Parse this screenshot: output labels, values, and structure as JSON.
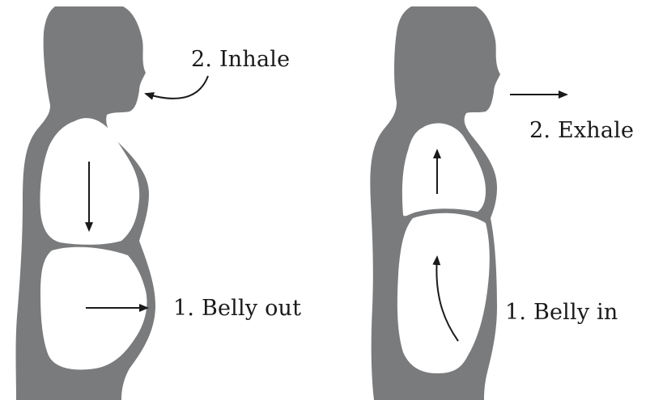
{
  "colors": {
    "body": "#7a7b7d",
    "cavity": "#ffffff",
    "arrow": "#1a1a1a",
    "text": "#1a1a1a"
  },
  "left_panel": {
    "inhale_label": "2. Inhale",
    "belly_label": "1. Belly out"
  },
  "right_panel": {
    "exhale_label": "2. Exhale",
    "belly_label": "1. Belly in"
  }
}
